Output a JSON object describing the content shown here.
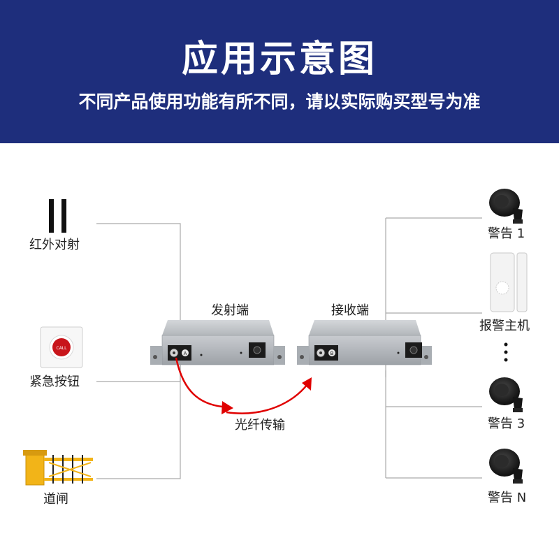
{
  "header": {
    "title": "应用示意图",
    "subtitle": "不同产品使用功能有所不同，请以实际购买型号为准"
  },
  "inputs": [
    {
      "label": "红外对射",
      "icon": "infrared-beam-icon"
    },
    {
      "label": "紧急按钮",
      "icon": "emergency-button-icon",
      "button_text": "CALL"
    },
    {
      "label": "道闸",
      "icon": "barrier-gate-icon"
    }
  ],
  "transmitter": {
    "label": "发射端",
    "port_letter": "A"
  },
  "receiver": {
    "label": "接收端",
    "port_letter": "B"
  },
  "link_label": "光纤传输",
  "outputs": [
    {
      "label": "警告 1",
      "icon": "siren-horn-icon"
    },
    {
      "label": "报警主机",
      "icon": "alarm-host-icon"
    },
    {
      "label": "警告 3",
      "icon": "siren-horn-icon"
    },
    {
      "label": "警告 N",
      "icon": "siren-horn-icon"
    }
  ],
  "colors": {
    "banner": "#1e2e7c",
    "arrow": "#e00000",
    "line": "#aaaaaa",
    "gate_yellow": "#f2b418"
  }
}
